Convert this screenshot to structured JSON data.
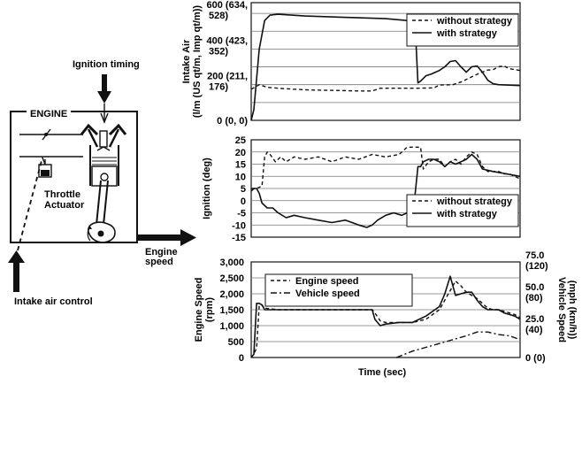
{
  "engine_diagram": {
    "title": "ENGINE",
    "ignition_timing": "Ignition timing",
    "throttle_line1": "Throttle",
    "throttle_line2": "Actuator",
    "engine_speed_line1": "Engine",
    "engine_speed_line2": "speed",
    "intake_air_control": "Intake air control"
  },
  "x_axis_label": "Time (sec)",
  "chart_data": [
    {
      "type": "line",
      "id": "intake_air",
      "ylabel_line1": "Intake Air",
      "ylabel_line2": "(l/m (US qt/m, Imp qt/m))",
      "ylim": [
        0,
        660
      ],
      "xlim": [
        0,
        100
      ],
      "grid": true,
      "legend_position": "top-right",
      "ticks": [
        {
          "value": 0,
          "line1": "0 (0, 0)",
          "line2": ""
        },
        {
          "value": 200,
          "line1": "200 (211,",
          "line2": "176)"
        },
        {
          "value": 400,
          "line1": "400 (423,",
          "line2": "352)"
        },
        {
          "value": 600,
          "line1": "600 (634,",
          "line2": "528)"
        }
      ],
      "series": [
        {
          "name": "without strategy",
          "style": "dashed",
          "x": [
            0,
            1,
            3,
            6,
            10,
            15,
            22,
            30,
            40,
            45,
            48,
            55,
            62,
            68,
            70,
            75,
            78,
            80,
            85,
            88,
            90,
            92,
            94,
            96,
            98,
            100
          ],
          "y": [
            175,
            182,
            200,
            185,
            180,
            175,
            170,
            168,
            165,
            165,
            180,
            180,
            180,
            182,
            198,
            200,
            215,
            230,
            265,
            282,
            285,
            300,
            305,
            290,
            285,
            280
          ]
        },
        {
          "name": "with strategy",
          "style": "solid",
          "x": [
            0,
            1,
            3,
            5,
            7,
            10,
            15,
            20,
            30,
            40,
            50,
            58,
            61,
            62,
            63,
            65,
            67,
            70,
            72,
            74,
            76,
            78,
            80,
            82,
            84,
            86,
            88,
            90,
            92,
            95,
            100
          ],
          "y": [
            0,
            60,
            400,
            560,
            590,
            595,
            590,
            585,
            580,
            575,
            570,
            560,
            530,
            210,
            220,
            250,
            260,
            280,
            300,
            330,
            335,
            300,
            270,
            300,
            305,
            270,
            225,
            205,
            200,
            198,
            195
          ]
        }
      ]
    },
    {
      "type": "line",
      "id": "ignition",
      "ylabel": "Ignition (deg)",
      "ylim": [
        -15,
        25
      ],
      "xlim": [
        0,
        100
      ],
      "grid": true,
      "legend_position": "bottom-right",
      "ticks": [
        -15,
        -10,
        -5,
        0,
        5,
        10,
        15,
        20,
        25
      ],
      "series": [
        {
          "name": "without strategy",
          "style": "dashed",
          "x": [
            0,
            2,
            4,
            5,
            6,
            7,
            9,
            11,
            13,
            16,
            20,
            25,
            30,
            35,
            40,
            45,
            50,
            55,
            58,
            60,
            62,
            63,
            64,
            66,
            68,
            70,
            72,
            74,
            76,
            78,
            80,
            82,
            84,
            86,
            88,
            90,
            92,
            94,
            96,
            98,
            100
          ],
          "y": [
            5,
            5,
            6,
            18,
            20,
            19,
            16,
            18,
            16,
            18,
            17,
            18,
            16,
            18,
            17,
            19,
            18,
            19,
            22,
            22,
            22,
            22,
            13,
            16,
            17,
            17,
            14,
            16,
            17,
            15,
            18,
            20,
            19,
            14,
            12,
            12,
            12,
            11,
            11,
            10,
            9
          ]
        },
        {
          "name": "with strategy",
          "style": "solid",
          "x": [
            0,
            1,
            2,
            3,
            4,
            6,
            8,
            10,
            13,
            16,
            20,
            25,
            30,
            35,
            40,
            43,
            45,
            47,
            50,
            53,
            56,
            58,
            60,
            61,
            62,
            63,
            64,
            66,
            68,
            70,
            72,
            74,
            76,
            78,
            80,
            82,
            84,
            86,
            90,
            95,
            100
          ],
          "y": [
            4,
            5,
            5,
            3,
            -1,
            -3,
            -3,
            -5,
            -7,
            -6,
            -7,
            -8,
            -9,
            -8,
            -10,
            -11,
            -10,
            -8,
            -6,
            -5,
            -6,
            -5,
            -5,
            3,
            14,
            14,
            16,
            17,
            17,
            16,
            14,
            16,
            15,
            16,
            17,
            19,
            17,
            13,
            12,
            11,
            10
          ]
        }
      ]
    },
    {
      "type": "line",
      "id": "engine_vehicle_speed",
      "ylabel_line1": "Engine Speed",
      "ylabel_line2": "(rpm)",
      "y2label_line1": "Vehicle Speed",
      "y2label_line2": "(mph (km/h))",
      "ylim": [
        0,
        3000
      ],
      "y2lim": [
        0,
        75
      ],
      "xlim": [
        0,
        100
      ],
      "grid": true,
      "legend_position": "top-left",
      "ticks": [
        "0",
        "500",
        "1,000",
        "1,500",
        "2,000",
        "2,500",
        "3,000"
      ],
      "right_ticks": [
        {
          "value": 0,
          "line1": "0 (0)",
          "line2": ""
        },
        {
          "value": 25,
          "line1": "25.0",
          "line2": "(40)"
        },
        {
          "value": 50,
          "line1": "50.0",
          "line2": "(80)"
        },
        {
          "value": 75,
          "line1": "75.0",
          "line2": "(120)"
        }
      ],
      "series": [
        {
          "name": "Engine speed",
          "style": "dashed",
          "x": [
            0,
            1,
            2,
            3,
            4,
            5,
            10,
            20,
            30,
            40,
            44,
            45,
            46,
            48,
            50,
            55,
            60,
            65,
            70,
            72,
            74,
            76,
            78,
            80,
            82,
            84,
            86,
            88,
            90,
            92,
            94,
            96,
            98,
            100
          ],
          "y": [
            0,
            100,
            300,
            1650,
            1650,
            1550,
            1500,
            1500,
            1500,
            1500,
            1500,
            1500,
            1400,
            1150,
            1100,
            1100,
            1100,
            1200,
            1500,
            1800,
            2100,
            2400,
            2250,
            2050,
            1950,
            1850,
            1700,
            1550,
            1500,
            1500,
            1450,
            1400,
            1350,
            1250
          ]
        },
        {
          "name": "Vehicle speed",
          "style": "dashdot",
          "axis": "right",
          "x": [
            54,
            60,
            65,
            70,
            75,
            80,
            84,
            88,
            92,
            96,
            100
          ],
          "y": [
            0,
            5,
            8,
            11,
            14,
            17,
            20,
            20,
            18,
            17,
            14
          ]
        },
        {
          "name": "",
          "style": "solid",
          "x": [
            0,
            1,
            2,
            3,
            4,
            5,
            10,
            20,
            30,
            40,
            44,
            45,
            46,
            48,
            50,
            55,
            60,
            65,
            70,
            72,
            74,
            76,
            78,
            80,
            82,
            84,
            86,
            88,
            90,
            92,
            94,
            96,
            98,
            100
          ],
          "y": [
            0,
            100,
            1700,
            1700,
            1650,
            1500,
            1500,
            1500,
            1500,
            1500,
            1500,
            1500,
            1200,
            1000,
            1050,
            1100,
            1100,
            1300,
            1600,
            2000,
            2550,
            1950,
            2000,
            2050,
            2050,
            1800,
            1600,
            1500,
            1500,
            1500,
            1400,
            1350,
            1300,
            1200
          ]
        }
      ]
    }
  ]
}
